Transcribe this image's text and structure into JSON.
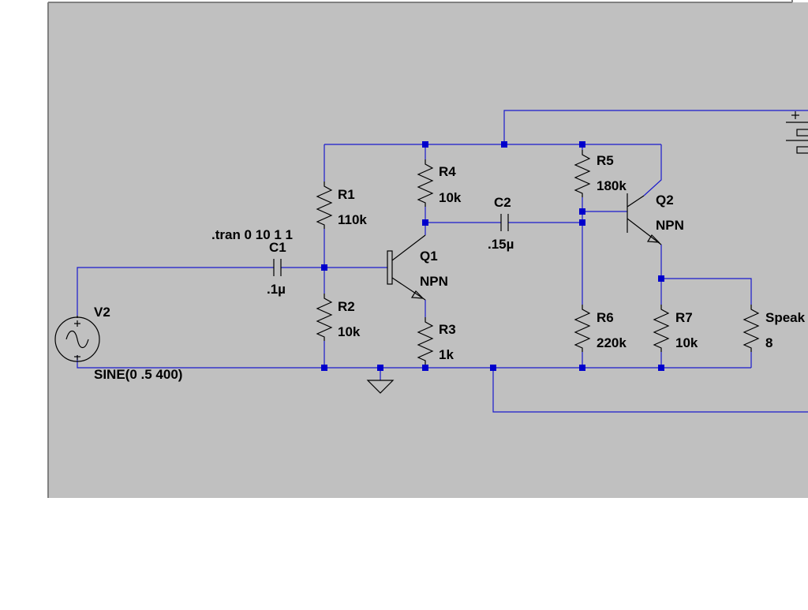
{
  "schematic": {
    "directive": ".tran 0 10 1 1",
    "components": {
      "C1": {
        "name": "C1",
        "value": ".1µ"
      },
      "C2": {
        "name": "C2",
        "value": ".15µ"
      },
      "R1": {
        "name": "R1",
        "value": "110k"
      },
      "R2": {
        "name": "R2",
        "value": "10k"
      },
      "R3": {
        "name": "R3",
        "value": "1k"
      },
      "R4": {
        "name": "R4",
        "value": "10k"
      },
      "R5": {
        "name": "R5",
        "value": "180k"
      },
      "R6": {
        "name": "R6",
        "value": "220k"
      },
      "R7": {
        "name": "R7",
        "value": "10k"
      },
      "Speaker": {
        "name": "Speak",
        "value": "8"
      },
      "Q1": {
        "name": "Q1",
        "value": "NPN"
      },
      "Q2": {
        "name": "Q2",
        "value": "NPN"
      },
      "V2": {
        "name": "V2",
        "value": "SINE(0 .5 400)"
      }
    },
    "colors": {
      "background": "#c0c0c0",
      "wire": "#1a1acc",
      "node": "#0000cc",
      "component": "#000000"
    }
  }
}
